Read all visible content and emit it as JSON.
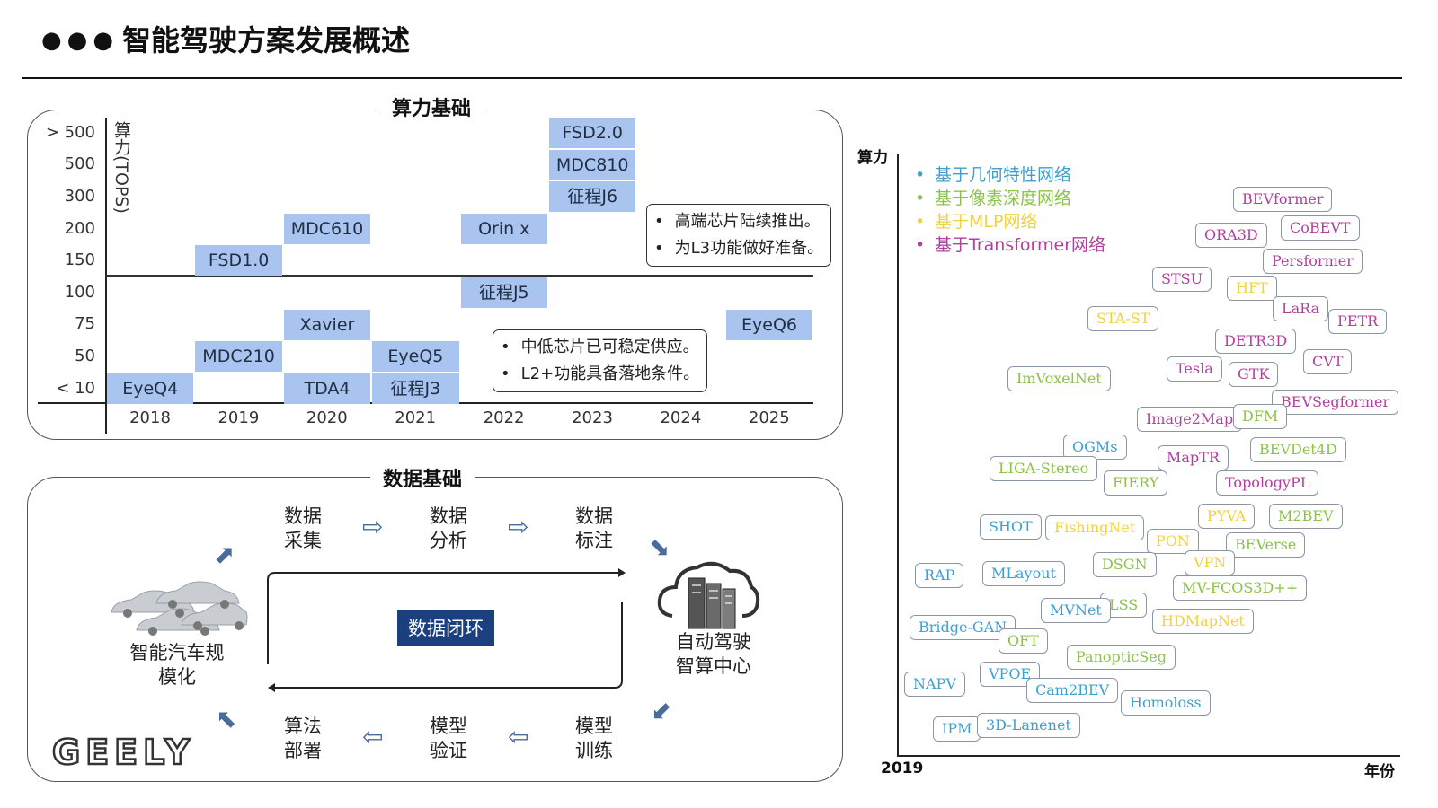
{
  "header": {
    "dots": "●●●",
    "title": "智能驾驶方案发展概述"
  },
  "compute_panel": {
    "title": "算力基础",
    "unit_label": "算力(TOPS)",
    "y_ticks": [
      "> 500",
      "500",
      "300",
      "200",
      "150",
      "100",
      "75",
      "50",
      "< 10"
    ],
    "x_ticks": [
      "2018",
      "2019",
      "2020",
      "2021",
      "2022",
      "2023",
      "2024",
      "2025"
    ],
    "chips": [
      {
        "label": "FSD2.0",
        "year": "2023",
        "level": "> 500"
      },
      {
        "label": "MDC810",
        "year": "2023",
        "level": "500"
      },
      {
        "label": "征程J6",
        "year": "2023",
        "level": "300"
      },
      {
        "label": "MDC610",
        "year": "2020",
        "level": "200"
      },
      {
        "label": "Orin x",
        "year": "2022",
        "level": "200"
      },
      {
        "label": "FSD1.0",
        "year": "2019",
        "level": "150"
      },
      {
        "label": "征程J5",
        "year": "2022",
        "level": "100"
      },
      {
        "label": "Xavier",
        "year": "2020",
        "level": "75"
      },
      {
        "label": "EyeQ6",
        "year": "2025",
        "level": "75"
      },
      {
        "label": "MDC210",
        "year": "2019",
        "level": "50"
      },
      {
        "label": "EyeQ5",
        "year": "2021",
        "level": "50"
      },
      {
        "label": "EyeQ4",
        "year": "2018",
        "level": "< 10"
      },
      {
        "label": "TDA4",
        "year": "2020",
        "level": "< 10"
      },
      {
        "label": "征程J3",
        "year": "2021",
        "level": "< 10"
      }
    ],
    "note_high": [
      "高端芯片陆续推出。",
      "为L3功能做好准备。"
    ],
    "note_mid": [
      "中低芯片已可稳定供应。",
      "L2+功能具备落地条件。"
    ]
  },
  "data_panel": {
    "title": "数据基础",
    "steps": {
      "collect": "数据\n采集",
      "analyze": "数据\n分析",
      "label": "数据\n标注",
      "train": "模型\n训练",
      "verify": "模型\n验证",
      "deploy": "算法\n部署"
    },
    "arrow_right": "⇨",
    "arrow_left": "⇦",
    "arrow_ne": "⬈",
    "arrow_se": "⬊",
    "arrow_sw": "⬋",
    "arrow_nw": "⬉",
    "loop_label": "数据闭环",
    "fleet_label": "智能汽车规\n模化",
    "center_label": "自动驾驶\n智算中心",
    "brand": "GEELY",
    "icons": {
      "fleet": "car-fleet-icon",
      "center": "cloud-server-icon"
    }
  },
  "models_panel": {
    "y_axis_label": "算力",
    "x_start_label": "2019",
    "x_axis_label": "年份",
    "legend": [
      {
        "label": "基于几何特性网络",
        "color": "#3f9fd1"
      },
      {
        "label": "基于像素深度网络",
        "color": "#8bc34a"
      },
      {
        "label": "基于MLP网络",
        "color": "#f2d23c"
      },
      {
        "label": "基于Transformer网络",
        "color": "#b23f9c"
      }
    ],
    "models": [
      {
        "name": "BEVformer",
        "cat": 3
      },
      {
        "name": "CoBEVT",
        "cat": 3
      },
      {
        "name": "ORA3D",
        "cat": 3
      },
      {
        "name": "Persformer",
        "cat": 3
      },
      {
        "name": "STSU",
        "cat": 3
      },
      {
        "name": "HFT",
        "cat": 2
      },
      {
        "name": "LaRa",
        "cat": 3
      },
      {
        "name": "PETR",
        "cat": 3
      },
      {
        "name": "STA-ST",
        "cat": 2
      },
      {
        "name": "DETR3D",
        "cat": 3
      },
      {
        "name": "Tesla",
        "cat": 3
      },
      {
        "name": "GTK",
        "cat": 3
      },
      {
        "name": "CVT",
        "cat": 3
      },
      {
        "name": "ImVoxelNet",
        "cat": 1
      },
      {
        "name": "BEVSegformer",
        "cat": 3
      },
      {
        "name": "Image2Map",
        "cat": 3
      },
      {
        "name": "DFM",
        "cat": 1
      },
      {
        "name": "OGMs",
        "cat": 0
      },
      {
        "name": "BEVDet4D",
        "cat": 1
      },
      {
        "name": "MapTR",
        "cat": 3
      },
      {
        "name": "LIGA-Stereo",
        "cat": 1
      },
      {
        "name": "FIERY",
        "cat": 1
      },
      {
        "name": "TopologyPL",
        "cat": 3
      },
      {
        "name": "PYVA",
        "cat": 2
      },
      {
        "name": "M2BEV",
        "cat": 1
      },
      {
        "name": "SHOT",
        "cat": 0
      },
      {
        "name": "FishingNet",
        "cat": 2
      },
      {
        "name": "PON",
        "cat": 2
      },
      {
        "name": "BEVerse",
        "cat": 1
      },
      {
        "name": "RAP",
        "cat": 0
      },
      {
        "name": "MLayout",
        "cat": 0
      },
      {
        "name": "DSGN",
        "cat": 1
      },
      {
        "name": "VPN",
        "cat": 2
      },
      {
        "name": "MV-FCOS3D++",
        "cat": 1
      },
      {
        "name": "LSS",
        "cat": 1
      },
      {
        "name": "MVNet",
        "cat": 0
      },
      {
        "name": "Bridge-GAN",
        "cat": 0
      },
      {
        "name": "HDMapNet",
        "cat": 2
      },
      {
        "name": "OFT",
        "cat": 1
      },
      {
        "name": "PanopticSeg",
        "cat": 1
      },
      {
        "name": "NAPV",
        "cat": 0
      },
      {
        "name": "VPOE",
        "cat": 0
      },
      {
        "name": "Cam2BEV",
        "cat": 0
      },
      {
        "name": "Homoloss",
        "cat": 0
      },
      {
        "name": "IPM",
        "cat": 0
      },
      {
        "name": "3D-Lanenet",
        "cat": 0
      }
    ]
  }
}
